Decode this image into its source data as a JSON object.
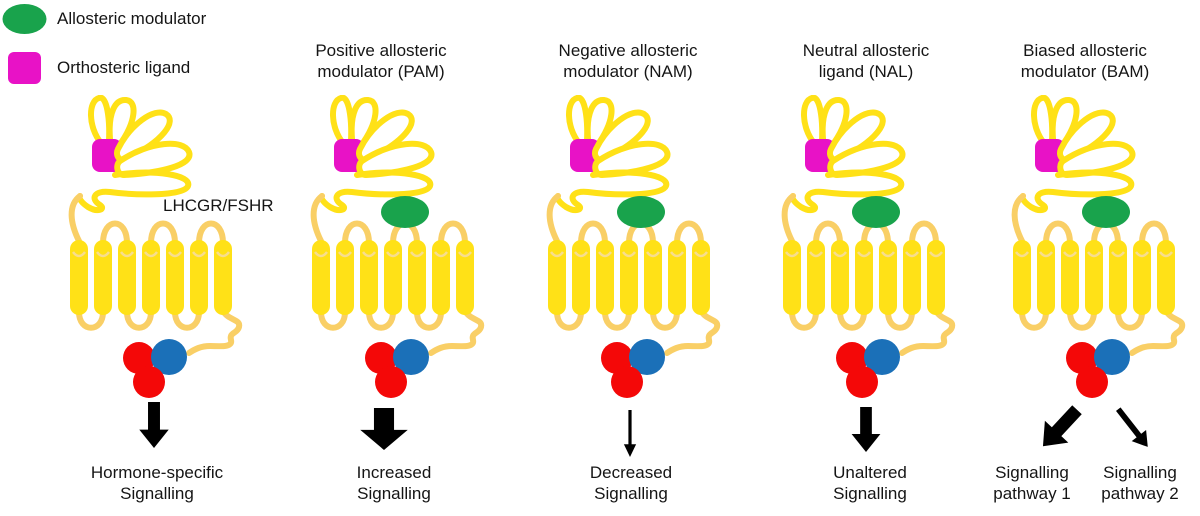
{
  "colors": {
    "yellow": "#FFE117",
    "pale": "#F9CF66",
    "paleHl": "#F7DD8F",
    "magenta": "#E812C6",
    "green": "#19A34C",
    "red": "#F40808",
    "blue": "#1B70B8",
    "ink": "#000000",
    "background": "#FFFFFF"
  },
  "legend": {
    "items": [
      {
        "icon": "allosteric-modulator-ellipse",
        "color": "#19A34C",
        "label": "Allosteric modulator"
      },
      {
        "icon": "orthosteric-ligand-square",
        "color": "#E812C6",
        "label": "Orthosteric ligand"
      }
    ]
  },
  "receptor_label": "LHCGR/FSHR",
  "panels": [
    {
      "id": "baseline",
      "title": [],
      "has_allosteric_modulator": false,
      "arrow": "medium-down",
      "outcome": [
        "Hormone-specific",
        "Signalling"
      ]
    },
    {
      "id": "pam",
      "title": [
        "Positive allosteric",
        "modulator (PAM)"
      ],
      "has_allosteric_modulator": true,
      "arrow": "thick-down",
      "outcome": [
        "Increased",
        "Signalling"
      ]
    },
    {
      "id": "nam",
      "title": [
        "Negative allosteric",
        "modulator (NAM)"
      ],
      "has_allosteric_modulator": true,
      "arrow": "thin-down",
      "outcome": [
        "Decreased",
        "Signalling"
      ]
    },
    {
      "id": "nal",
      "title": [
        "Neutral allosteric",
        "ligand (NAL)"
      ],
      "has_allosteric_modulator": true,
      "arrow": "medium-down",
      "outcome": [
        "Unaltered",
        "Signalling"
      ]
    },
    {
      "id": "bam",
      "title": [
        "Biased allosteric",
        "modulator (BAM)"
      ],
      "has_allosteric_modulator": true,
      "arrow": "thick-diagonal-left-and-thin-diagonal-right",
      "outcome": [
        "Signalling",
        "pathway 1"
      ],
      "outcome2": [
        "Signalling",
        "pathway 2"
      ]
    }
  ]
}
